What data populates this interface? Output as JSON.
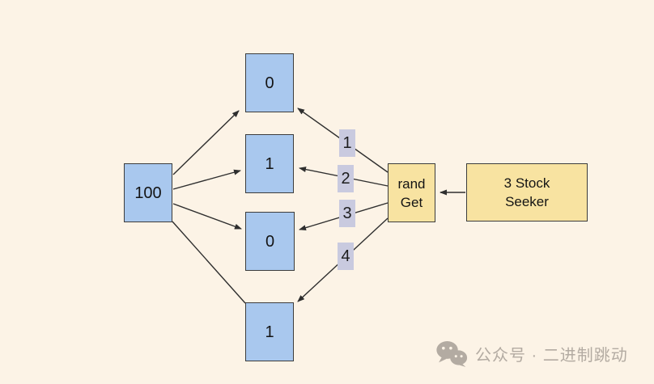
{
  "diagram": {
    "start_node": {
      "label": "100"
    },
    "slot_nodes": [
      {
        "label": "0"
      },
      {
        "label": "1"
      },
      {
        "label": "0"
      },
      {
        "label": "1"
      }
    ],
    "rand_node": {
      "line1": "rand",
      "line2": "Get"
    },
    "seeker_node": {
      "line1": "3 Stock",
      "line2": "Seeker"
    },
    "edge_labels": [
      "1",
      "2",
      "3",
      "4"
    ]
  },
  "watermark": {
    "icon": "wechat-icon",
    "text": "公众号 · 二进制跳动"
  },
  "colors": {
    "background": "#fcf3e6",
    "node_blue": "#a9c8ee",
    "node_yellow": "#f8e3a1",
    "edge_label_bg": "#c9cadf",
    "border": "#3c3c3c",
    "line": "#2e2e2e",
    "watermark_gray": "#b3aba2"
  }
}
